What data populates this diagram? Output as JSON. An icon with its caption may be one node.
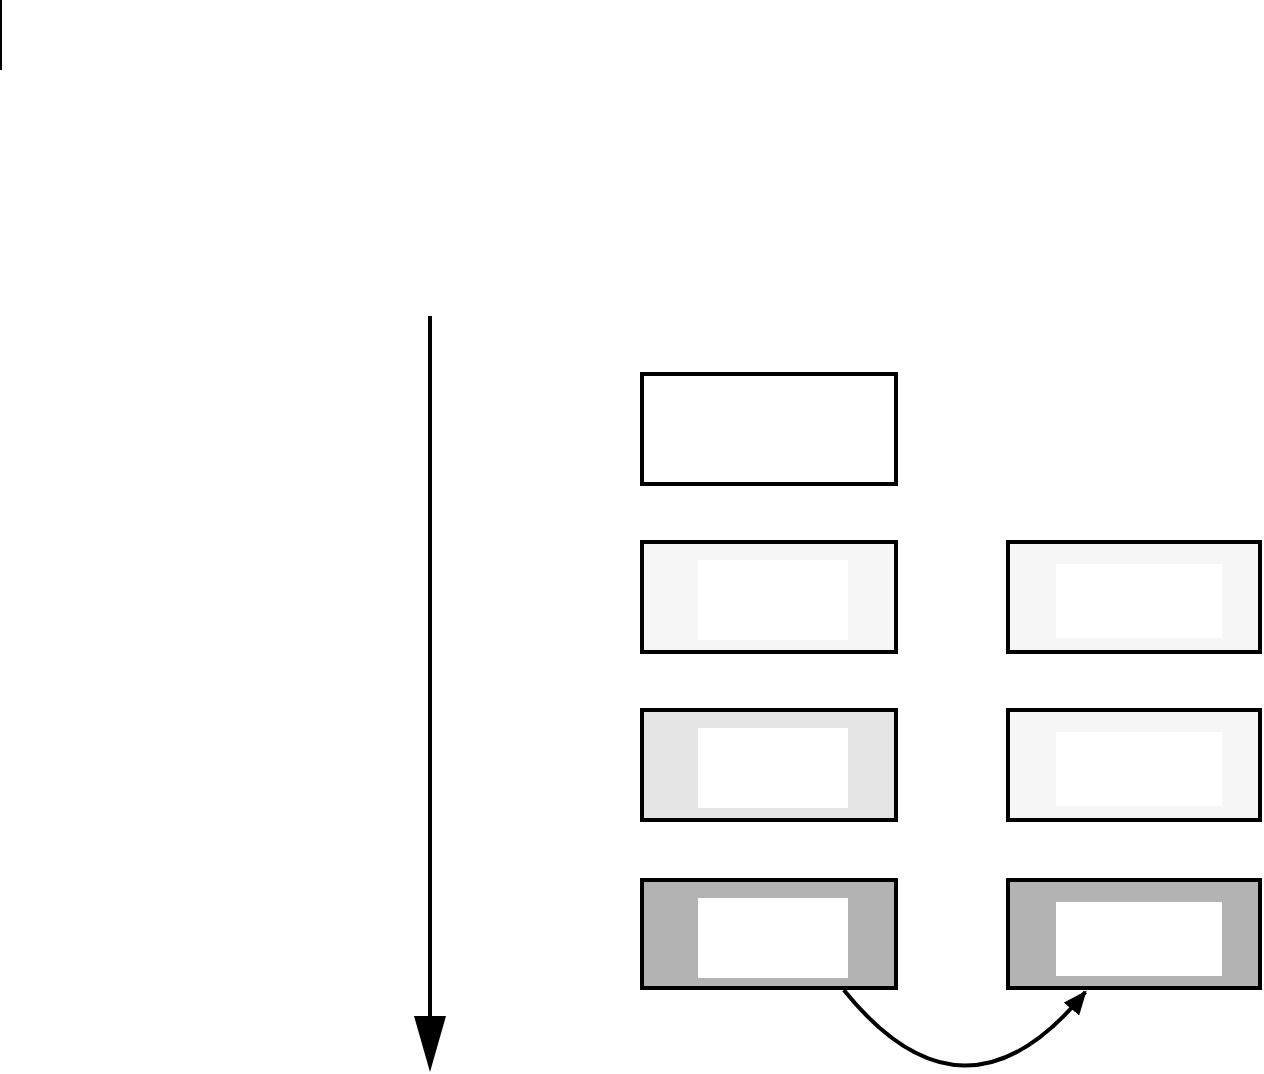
{
  "diagram": {
    "nodes": [
      {
        "text": [],
        "shape": "box"
      },
      {
        "text": [],
        "shape": "box"
      },
      {
        "text": [],
        "shape": "box"
      },
      {
        "text": [],
        "shape": "box"
      },
      {
        "text": [],
        "shape": "box"
      },
      {
        "text": [],
        "shape": "box"
      },
      {
        "text": [],
        "shape": "box"
      }
    ],
    "edges": [
      {
        "from": 5,
        "to": 6,
        "arrow": "to"
      }
    ]
  }
}
